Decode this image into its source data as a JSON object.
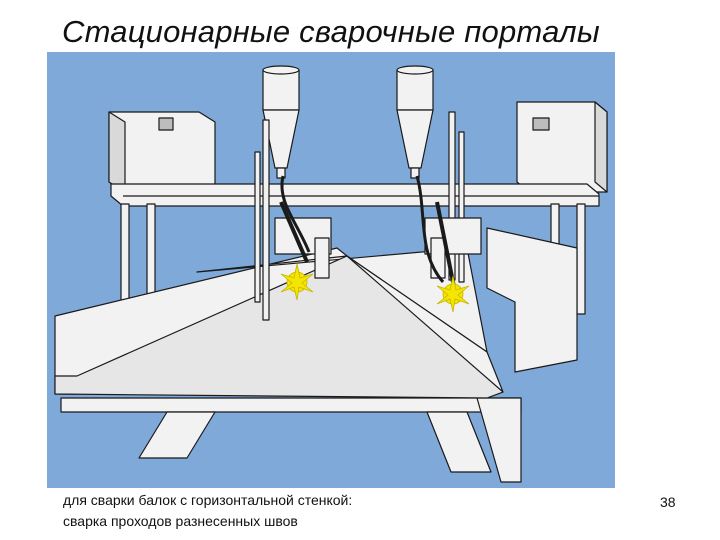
{
  "slide": {
    "title": "Стационарные сварочные порталы",
    "caption_line1": "для сварки балок с горизонтальной стенкой:",
    "caption_line2": "сварка проходов разнесенных швов",
    "page_number": "38"
  },
  "colors": {
    "background_blue": "#7fa9d8",
    "machine_white": "#f2f2f2",
    "outline": "#1a1a1a",
    "spark_yellow": "#f4e600"
  },
  "illustration": {
    "subject": "stationary-welding-portal-diagram"
  }
}
